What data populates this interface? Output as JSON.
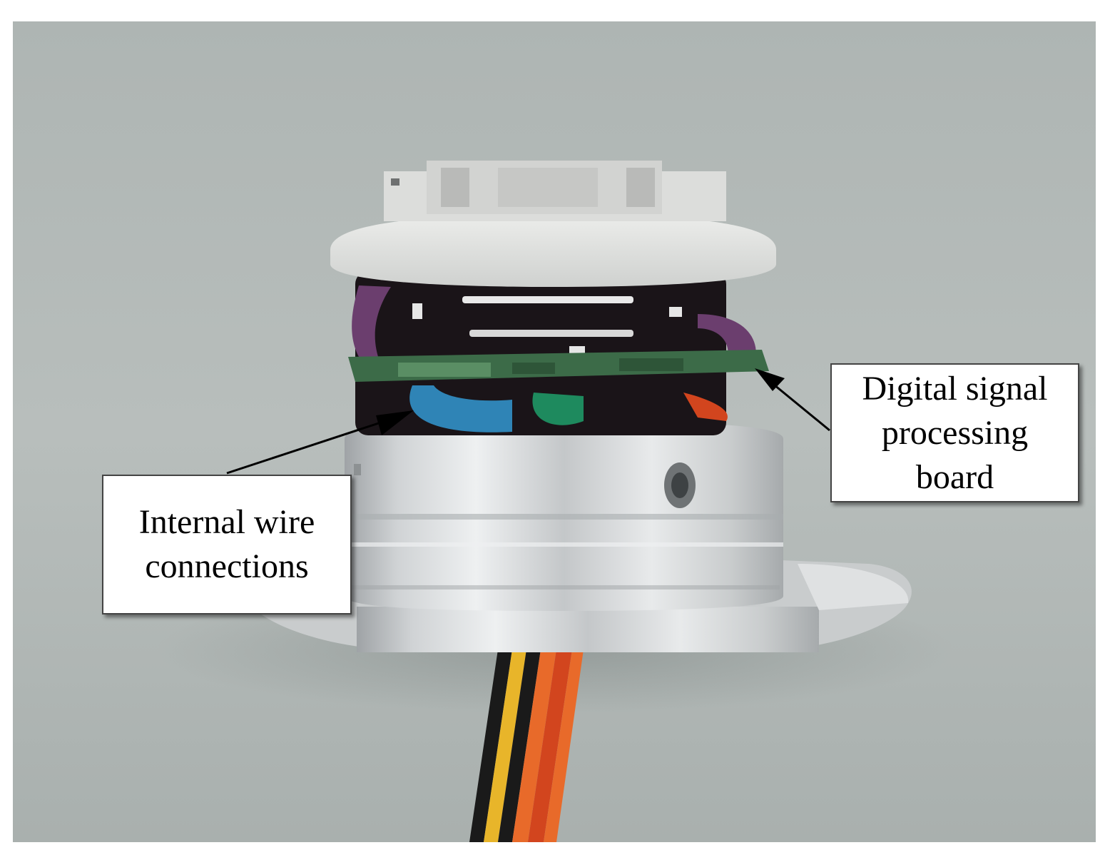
{
  "callouts": {
    "dsp": {
      "line1": "Digital signal",
      "line2": "processing",
      "line3": "board"
    },
    "wire": {
      "line1": "Internal wire",
      "line2": "connections"
    }
  },
  "colors": {
    "background": "#b4bab8",
    "aluminum": "#d8dadb",
    "white_cap": "#e3e4e2",
    "pcb_black": "#1a1418",
    "pcb_green": "#3c6b48",
    "wire_purple": "#6b3e6e",
    "wire_blue": "#2f84b6",
    "wire_green": "#1e8a5e",
    "wire_red": "#d2451e",
    "cable_black": "#1a1a1a",
    "cable_yellow": "#e8b52a",
    "cable_orange": "#e86a2a",
    "cable_red": "#d2451e"
  }
}
